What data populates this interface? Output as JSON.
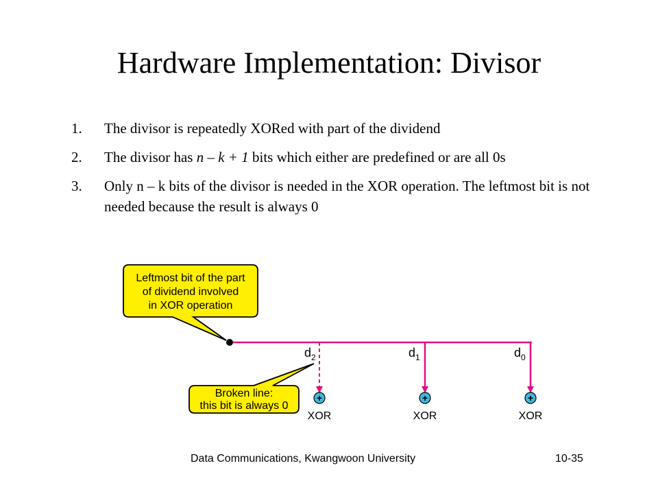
{
  "slide": {
    "title": "Hardware Implementation: Divisor",
    "bullets": [
      {
        "num": "1.",
        "lines": [
          "The divisor is repeatedly XORed with part of the dividend"
        ]
      },
      {
        "num": "2.",
        "lines": [
          "The divisor has ",
          "n – k + 1",
          " bits which either are predefined or are all 0s"
        ]
      },
      {
        "num": "3.",
        "lines": [
          "Only n – k bits of the divisor is needed in the XOR operation. The leftmost bit is not needed because the result is always 0"
        ]
      }
    ],
    "footer": {
      "left": "Data Communications, Kwangwoon University",
      "right": "10-35"
    }
  },
  "diagram": {
    "callout_top": [
      "Leftmost bit of the part",
      "of dividend involved",
      "in XOR operation"
    ],
    "callout_bottom": [
      "Broken line:",
      "this bit is always 0"
    ],
    "divisor_bits": [
      {
        "label": "d",
        "sub": "2"
      },
      {
        "label": "d",
        "sub": "1"
      },
      {
        "label": "d",
        "sub": "0"
      }
    ],
    "xor_label": "XOR",
    "xor_symbol": "+",
    "colors": {
      "line": "#e0107f",
      "callout_fill": "#ffef00",
      "xor_fill": "#40b8e0",
      "text": "#000000"
    }
  }
}
